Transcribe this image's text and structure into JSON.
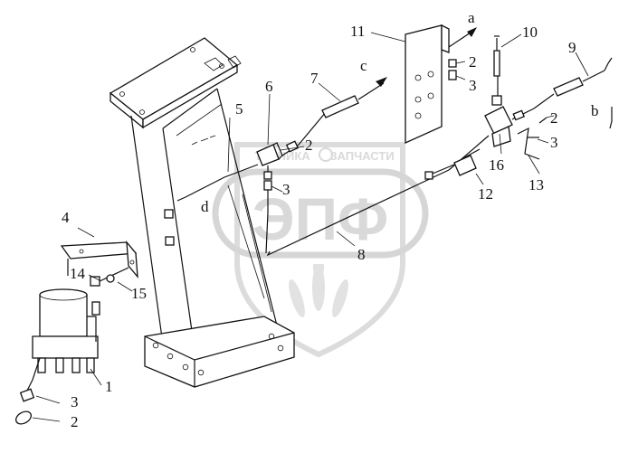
{
  "watermark": {
    "logo_text": "ЭПФ",
    "left_word": "ТЕХНИКА",
    "right_word": "ЗАПЧАСТИ"
  },
  "labels": {
    "a": "a",
    "b": "b",
    "c": "c",
    "d": "d",
    "n1": "1",
    "n2_left": "2",
    "n3_left": "3",
    "n4": "4",
    "n5": "5",
    "n6": "6",
    "n2_mid": "2",
    "n3_mid": "3",
    "n7": "7",
    "n8": "8",
    "n9": "9",
    "n10": "10",
    "n11": "11",
    "n2_top": "2",
    "n3_top": "3",
    "n12": "12",
    "n13": "13",
    "n2_right": "2",
    "n3_right": "3",
    "n14": "14",
    "n15": "15",
    "n16": "16"
  }
}
